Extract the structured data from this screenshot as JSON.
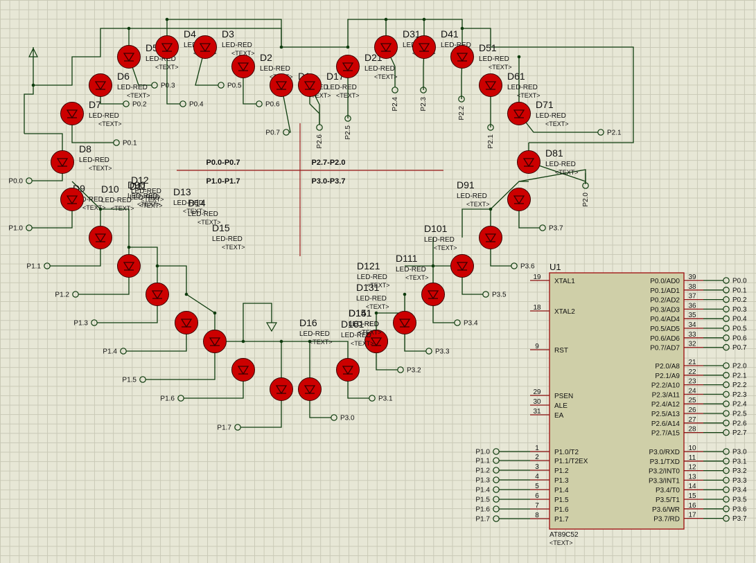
{
  "colors": {
    "wire": "#0d3b0d",
    "led": "#cc0000",
    "led_dark": "#3a0000",
    "chip_fill": "#cfcfa8",
    "chip_border": "#a01818",
    "pin": "#8a1010",
    "guide": "#9a1a1a",
    "region_text": "#8a0000",
    "text": "#111111",
    "hint": "#8a8a8a"
  },
  "component_type": "LED-RED",
  "hint": "<TEXT>",
  "leds": [
    {
      "ref": "D8",
      "net": "P0.0"
    },
    {
      "ref": "D7",
      "net": "P0.1"
    },
    {
      "ref": "D6",
      "net": "P0.2"
    },
    {
      "ref": "D5",
      "net": "P0.3"
    },
    {
      "ref": "D4",
      "net": "P0.4"
    },
    {
      "ref": "D3",
      "net": "P0.5"
    },
    {
      "ref": "D2",
      "net": "P0.6"
    },
    {
      "ref": "D1",
      "net": "P0.7"
    },
    {
      "ref": "D17",
      "net": "P2.6"
    },
    {
      "ref": "D21",
      "net": "P2.5"
    },
    {
      "ref": "D31",
      "net": "P2.4"
    },
    {
      "ref": "D41",
      "net": "P2.3"
    },
    {
      "ref": "D51",
      "net": "P2.2"
    },
    {
      "ref": "D61",
      "net": "P2.1"
    },
    {
      "ref": "D71",
      "net": "P2.1"
    },
    {
      "ref": "D81",
      "net": "P2.0"
    },
    {
      "ref": "D91",
      "net": "P3.7"
    },
    {
      "ref": "D101",
      "net": "P3.6"
    },
    {
      "ref": "D111",
      "net": "P3.5"
    },
    {
      "ref": "D121",
      "net": "P3.4"
    },
    {
      "ref": "D131",
      "net": "P3.3"
    },
    {
      "ref": "D141",
      "net": "P3.2"
    },
    {
      "ref": "D151",
      "net": "P3.2"
    },
    {
      "ref": "D161",
      "net": "P3.1"
    },
    {
      "ref": "D16",
      "net": "P3.0"
    },
    {
      "ref": "D15",
      "net": "P1.7"
    },
    {
      "ref": "D14",
      "net": "P1.6"
    },
    {
      "ref": "D13",
      "net": "P1.5"
    },
    {
      "ref": "D12",
      "net": "P1.4"
    },
    {
      "ref": "D11",
      "net": "P1.3"
    },
    {
      "ref": "D10",
      "net": "P1.2"
    },
    {
      "ref": "D9",
      "net": "P1.1"
    },
    {
      "ref": "D90",
      "net": "P1.0"
    }
  ],
  "regions": [
    "P0.0-P0.7",
    "P2.7-P2.0",
    "P1.0-P1.7",
    "P3.0-P3.7"
  ],
  "chip": {
    "ref": "U1",
    "part": "AT89C52",
    "hint": "<TEXT>",
    "left_pins": [
      {
        "num": "19",
        "name": "XTAL1"
      },
      {
        "num": "18",
        "name": "XTAL2"
      },
      {
        "num": "9",
        "name": "RST"
      },
      {
        "num": "29",
        "name": "PSEN"
      },
      {
        "num": "30",
        "name": "ALE"
      },
      {
        "num": "31",
        "name": "EA"
      },
      {
        "num": "1",
        "name": "P1.0/T2",
        "net": "P1.0"
      },
      {
        "num": "2",
        "name": "P1.1/T2EX",
        "net": "P1.1"
      },
      {
        "num": "3",
        "name": "P1.2",
        "net": "P1.2"
      },
      {
        "num": "4",
        "name": "P1.3",
        "net": "P1.3"
      },
      {
        "num": "5",
        "name": "P1.4",
        "net": "P1.4"
      },
      {
        "num": "6",
        "name": "P1.5",
        "net": "P1.5"
      },
      {
        "num": "7",
        "name": "P1.6",
        "net": "P1.6"
      },
      {
        "num": "8",
        "name": "P1.7",
        "net": "P1.7"
      }
    ],
    "right_pins": [
      {
        "num": "39",
        "name": "P0.0/AD0",
        "net": "P0.0"
      },
      {
        "num": "38",
        "name": "P0.1/AD1",
        "net": "P0.1"
      },
      {
        "num": "37",
        "name": "P0.2/AD2",
        "net": "P0.2"
      },
      {
        "num": "36",
        "name": "P0.3/AD3",
        "net": "P0.3"
      },
      {
        "num": "35",
        "name": "P0.4/AD4",
        "net": "P0.4"
      },
      {
        "num": "34",
        "name": "P0.5/AD5",
        "net": "P0.5"
      },
      {
        "num": "33",
        "name": "P0.6/AD6",
        "net": "P0.6"
      },
      {
        "num": "32",
        "name": "P0.7/AD7",
        "net": "P0.7"
      },
      {
        "num": "21",
        "name": "P2.0/A8",
        "net": "P2.0"
      },
      {
        "num": "22",
        "name": "P2.1/A9",
        "net": "P2.1"
      },
      {
        "num": "23",
        "name": "P2.2/A10",
        "net": "P2.2"
      },
      {
        "num": "24",
        "name": "P2.3/A11",
        "net": "P2.3"
      },
      {
        "num": "25",
        "name": "P2.4/A12",
        "net": "P2.4"
      },
      {
        "num": "26",
        "name": "P2.5/A13",
        "net": "P2.5"
      },
      {
        "num": "27",
        "name": "P2.6/A14",
        "net": "P2.6"
      },
      {
        "num": "28",
        "name": "P2.7/A15",
        "net": "P2.7"
      },
      {
        "num": "10",
        "name": "P3.0/RXD",
        "net": "P3.0"
      },
      {
        "num": "11",
        "name": "P3.1/TXD",
        "net": "P3.1"
      },
      {
        "num": "12",
        "name": "P3.2/INT0",
        "net": "P3.2"
      },
      {
        "num": "13",
        "name": "P3.3/INT1",
        "net": "P3.3"
      },
      {
        "num": "14",
        "name": "P3.4/T0",
        "net": "P3.4"
      },
      {
        "num": "15",
        "name": "P3.5/T1",
        "net": "P3.5"
      },
      {
        "num": "16",
        "name": "P3.6/WR",
        "net": "P3.6"
      },
      {
        "num": "17",
        "name": "P3.7/RD",
        "net": "P3.7"
      }
    ]
  },
  "extra_terminals": [
    "P2.7"
  ]
}
